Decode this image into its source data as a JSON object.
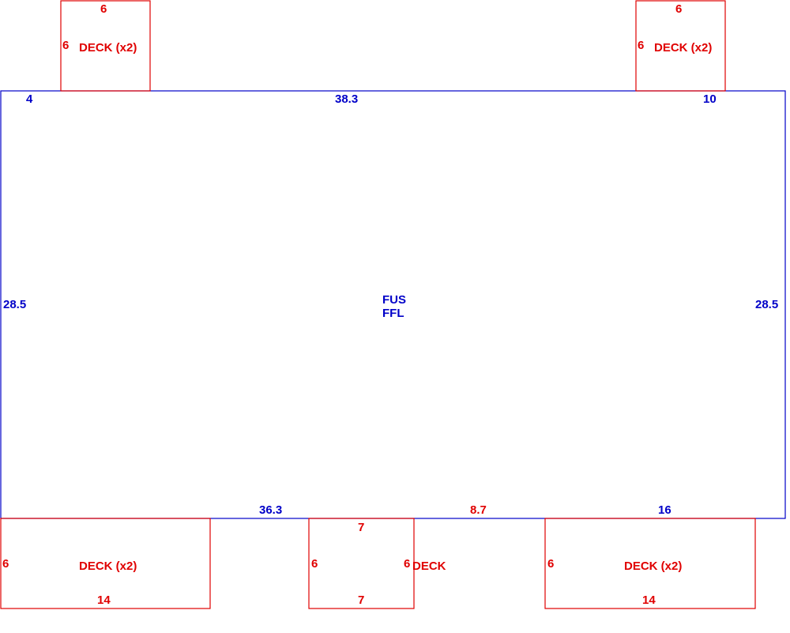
{
  "colors": {
    "room_outline": "#0000c8",
    "room_text": "#0000c8",
    "deck_outline": "#e00000",
    "deck_text": "#e00000"
  },
  "main_room": {
    "label_line1": "FUS",
    "label_line2": "FFL",
    "top_segment_left": "4",
    "top_length": "38.3",
    "top_segment_right": "10",
    "left_side": "28.5",
    "right_side": "28.5",
    "bottom_left": "36.3",
    "bottom_middle": "8.7",
    "bottom_right": "16"
  },
  "decks": {
    "top_left": {
      "label": "DECK (x2)",
      "top_dim": "6",
      "side_dim": "6"
    },
    "top_right": {
      "label": "DECK (x2)",
      "top_dim": "6",
      "side_dim": "6"
    },
    "bottom_left": {
      "label": "DECK (x2)",
      "side_dim": "6",
      "bottom_dim": "14"
    },
    "bottom_middle": {
      "label": "DECK",
      "top_dim": "7",
      "left_dim": "6",
      "right_dim": "6",
      "bottom_dim": "7"
    },
    "bottom_right": {
      "label": "DECK (x2)",
      "side_dim": "6",
      "bottom_dim": "14"
    }
  }
}
